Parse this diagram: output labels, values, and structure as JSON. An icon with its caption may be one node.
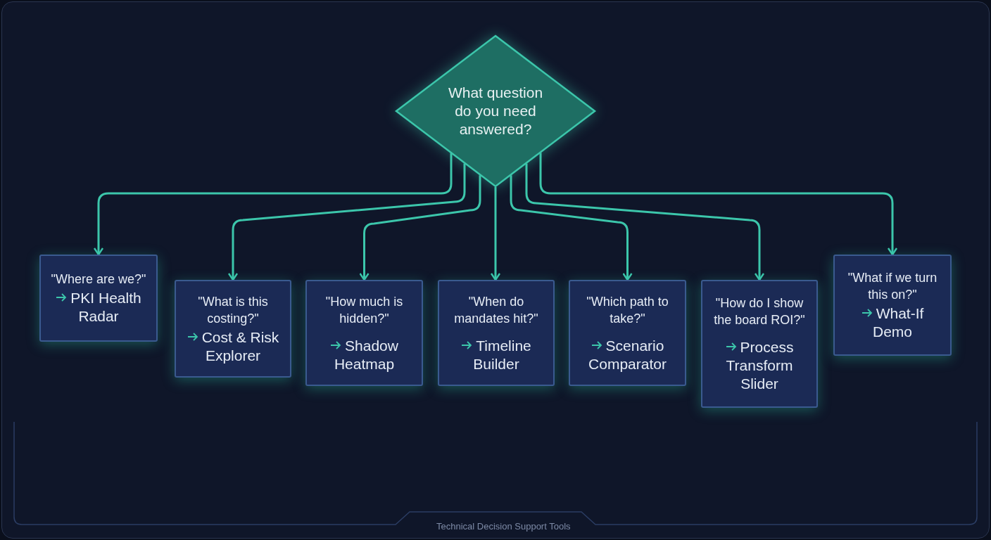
{
  "diagram": {
    "nodes": [
      {
        "text": [
          "What question do you need answered?"
        ]
      },
      {
        "text": [
          "\"Where are we?\"",
          "PKI Health Radar"
        ]
      },
      {
        "text": [
          "\"What is this costing?\"",
          "Cost & Risk Explorer"
        ]
      },
      {
        "text": [
          "\"How much is hidden?\"",
          "Shadow Heatmap"
        ]
      },
      {
        "text": [
          "\"When do mandates hit?\"",
          "Timeline Builder"
        ]
      },
      {
        "text": [
          "\"Which path to take?\"",
          "Scenario Comparator"
        ]
      },
      {
        "text": [
          "\"How do I show the board ROI?\"",
          "Process Transform Slider"
        ]
      },
      {
        "text": [
          "\"What if we turn this on?\"",
          "What-If Demo"
        ]
      }
    ],
    "edges": [
      {
        "from": 0,
        "to": 1,
        "arrow": "to"
      },
      {
        "from": 0,
        "to": 2,
        "arrow": "to"
      },
      {
        "from": 0,
        "to": 3,
        "arrow": "to"
      },
      {
        "from": 0,
        "to": 4,
        "arrow": "to"
      },
      {
        "from": 0,
        "to": 5,
        "arrow": "to"
      },
      {
        "from": 0,
        "to": 6,
        "arrow": "to"
      },
      {
        "from": 0,
        "to": 7,
        "arrow": "to"
      }
    ],
    "labels": [
      "Technical Decision Support Tools"
    ]
  }
}
